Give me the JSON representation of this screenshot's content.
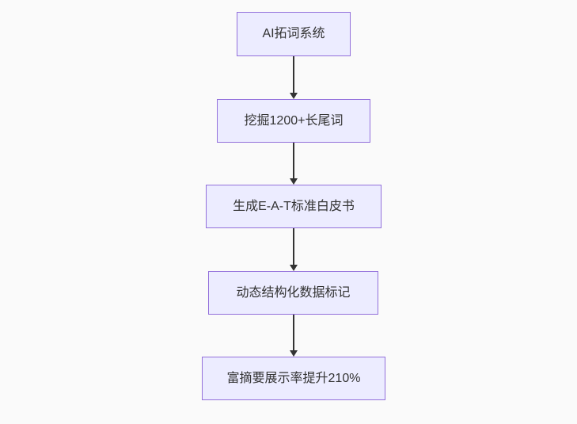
{
  "diagram": {
    "type": "flowchart",
    "direction": "top-down",
    "nodes": [
      {
        "id": "n1",
        "label": "AI拓词系统"
      },
      {
        "id": "n2",
        "label": "挖掘1200+长尾词"
      },
      {
        "id": "n3",
        "label": "生成E-A-T标准白皮书"
      },
      {
        "id": "n4",
        "label": "动态结构化数据标记"
      },
      {
        "id": "n5",
        "label": "富摘要展示率提升210%"
      }
    ],
    "edges": [
      {
        "from": "n1",
        "to": "n2",
        "style": "arrow-down"
      },
      {
        "from": "n2",
        "to": "n3",
        "style": "arrow-down"
      },
      {
        "from": "n3",
        "to": "n4",
        "style": "arrow-down"
      },
      {
        "from": "n4",
        "to": "n5",
        "style": "arrow-down"
      }
    ],
    "colors": {
      "node_fill": "#ECECFF",
      "node_border": "#9370DB",
      "node_text": "#333333",
      "arrow": "#333333",
      "background": "#FAFAFA"
    }
  }
}
